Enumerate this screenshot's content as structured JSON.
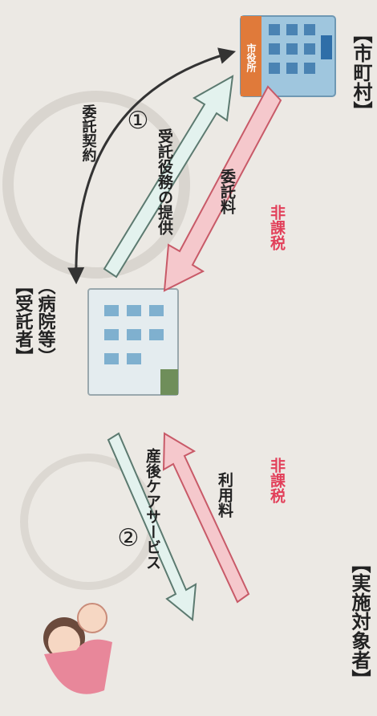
{
  "parties": {
    "municipality": "【市町村】",
    "contractor_line1": "【受託者】",
    "contractor_line2": "（病院等）",
    "recipient": "【実施対象者】",
    "building_sign": "市役所"
  },
  "flows": {
    "contract": "委託契約",
    "step1_num": "①",
    "step1_label": "受託役務の提供",
    "fee": "委託料",
    "fee_tax": "非課税",
    "step2_num": "②",
    "step2_label": "産後ケアサービス",
    "usage_fee": "利用料",
    "usage_tax": "非課税"
  },
  "colors": {
    "service_arrow_fill": "#e3f2ee",
    "service_arrow_stroke": "#5c7a70",
    "fee_arrow_fill": "#f5c8cc",
    "fee_arrow_stroke": "#c85a68",
    "tax_text": "#e2405a"
  }
}
